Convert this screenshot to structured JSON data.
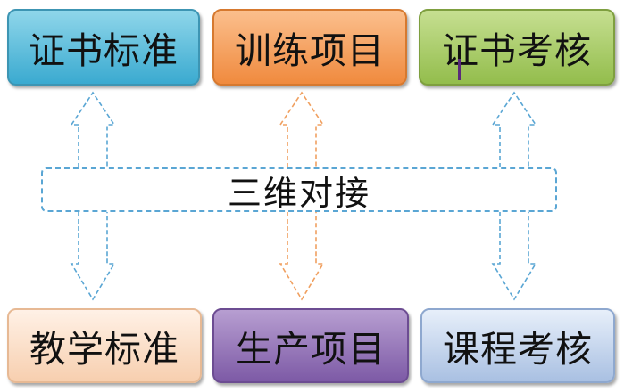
{
  "top_boxes": [
    {
      "label": "证书标准"
    },
    {
      "label": "训练项目"
    },
    {
      "label": "证书考核"
    }
  ],
  "center_label": "三维对接",
  "bottom_boxes": [
    {
      "label": "教学标准"
    },
    {
      "label": "生产项目"
    },
    {
      "label": "课程考核"
    }
  ],
  "colors": {
    "arrow_blue": "#5aa6d4",
    "arrow_orange": "#f0a060"
  }
}
